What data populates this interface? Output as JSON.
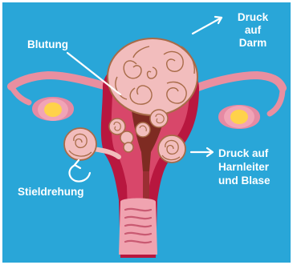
{
  "labels": {
    "bleeding": "Blutung",
    "bowel_line1": "Druck",
    "bowel_line2": "auf",
    "bowel_line3": "Darm",
    "ureter_line1": "Druck auf",
    "ureter_line2": "Harnleiter",
    "ureter_line3": "und Blase",
    "torsion": "Stieldrehung"
  },
  "colors": {
    "background": "#29a6d8",
    "frame": "#ffffff",
    "tube": "#e98fa0",
    "uterus_wall": "#b8173f",
    "uterus_inner": "#d8476a",
    "cavity": "#7e2b22",
    "myoma_fill": "#f2bdbd",
    "myoma_line": "#a86b48",
    "ovary_center": "#ffd24a",
    "ovary_outer": "#e58aa3",
    "vagina": "#f0a3b0",
    "text": "#ffffff"
  }
}
